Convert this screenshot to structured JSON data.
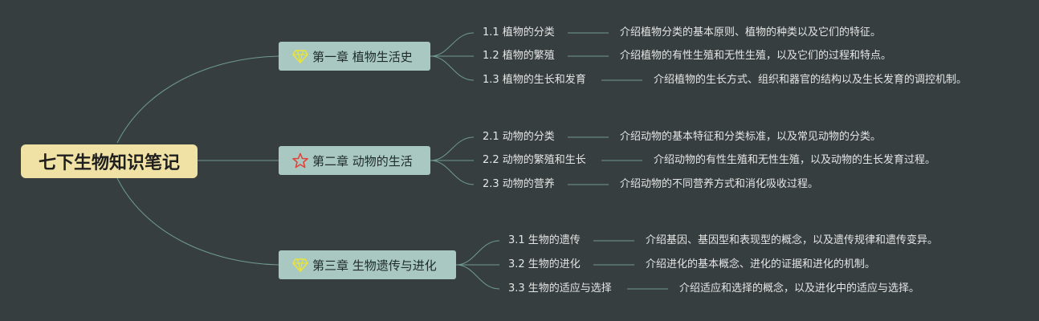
{
  "root": {
    "title": "七下生物知识笔记"
  },
  "chapters": [
    {
      "label": "第一章 植物生活史",
      "icon": "gem-icon",
      "topics": [
        {
          "title": "1.1 植物的分类",
          "desc": "介绍植物分类的基本原则、植物的种类以及它们的特征。"
        },
        {
          "title": "1.2 植物的繁殖",
          "desc": "介绍植物的有性生殖和无性生殖，以及它们的过程和特点。"
        },
        {
          "title": "1.3 植物的生长和发育",
          "desc": "介绍植物的生长方式、组织和器官的结构以及生长发育的调控机制。"
        }
      ]
    },
    {
      "label": "第二章 动物的生活",
      "icon": "star-icon",
      "topics": [
        {
          "title": "2.1 动物的分类",
          "desc": "介绍动物的基本特征和分类标准，以及常见动物的分类。"
        },
        {
          "title": "2.2 动物的繁殖和生长",
          "desc": "介绍动物的有性生殖和无性生殖，以及动物的生长发育过程。"
        },
        {
          "title": "2.3 动物的营养",
          "desc": "介绍动物的不同营养方式和消化吸收过程。"
        }
      ]
    },
    {
      "label": "第三章 生物遗传与进化",
      "icon": "gem-icon",
      "topics": [
        {
          "title": "3.1 生物的遗传",
          "desc": "介绍基因、基因型和表现型的概念，以及遗传规律和遗传变异。"
        },
        {
          "title": "3.2 生物的进化",
          "desc": "介绍进化的基本概念、进化的证据和进化的机制。"
        },
        {
          "title": "3.3 生物的适应与选择",
          "desc": "介绍适应和选择的概念，以及进化中的适应与选择。"
        }
      ]
    }
  ],
  "colors": {
    "background": "#373e40",
    "root": "#efe2a4",
    "chapter": "#a9c8c2",
    "edge": "#6f9a8e",
    "gem": "#e8e43a",
    "star": "#e0433a"
  }
}
